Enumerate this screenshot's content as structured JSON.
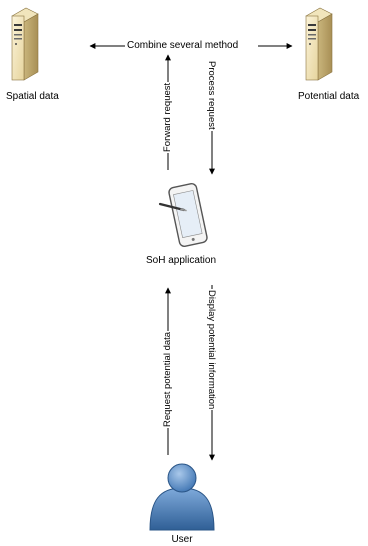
{
  "nodes": {
    "spatial": {
      "label": "Spatial data",
      "icon": "server-icon"
    },
    "potential": {
      "label": "Potential data",
      "icon": "server-icon"
    },
    "app": {
      "label": "SoH application",
      "icon": "tablet-icon"
    },
    "user": {
      "label": "User",
      "icon": "user-icon"
    }
  },
  "edges": {
    "combine": "Combine several method",
    "forward": "Forward request",
    "process": "Process request",
    "request": "Request potential data",
    "display": "Display potential information"
  },
  "colors": {
    "server_body": "#e8d9a8",
    "server_front": "#f3e8c4",
    "tablet_frame": "#555555",
    "tablet_screen": "#dfeaf6",
    "user_fill": "#5b8fc7",
    "user_dark": "#2f5f96",
    "line": "#000000"
  }
}
